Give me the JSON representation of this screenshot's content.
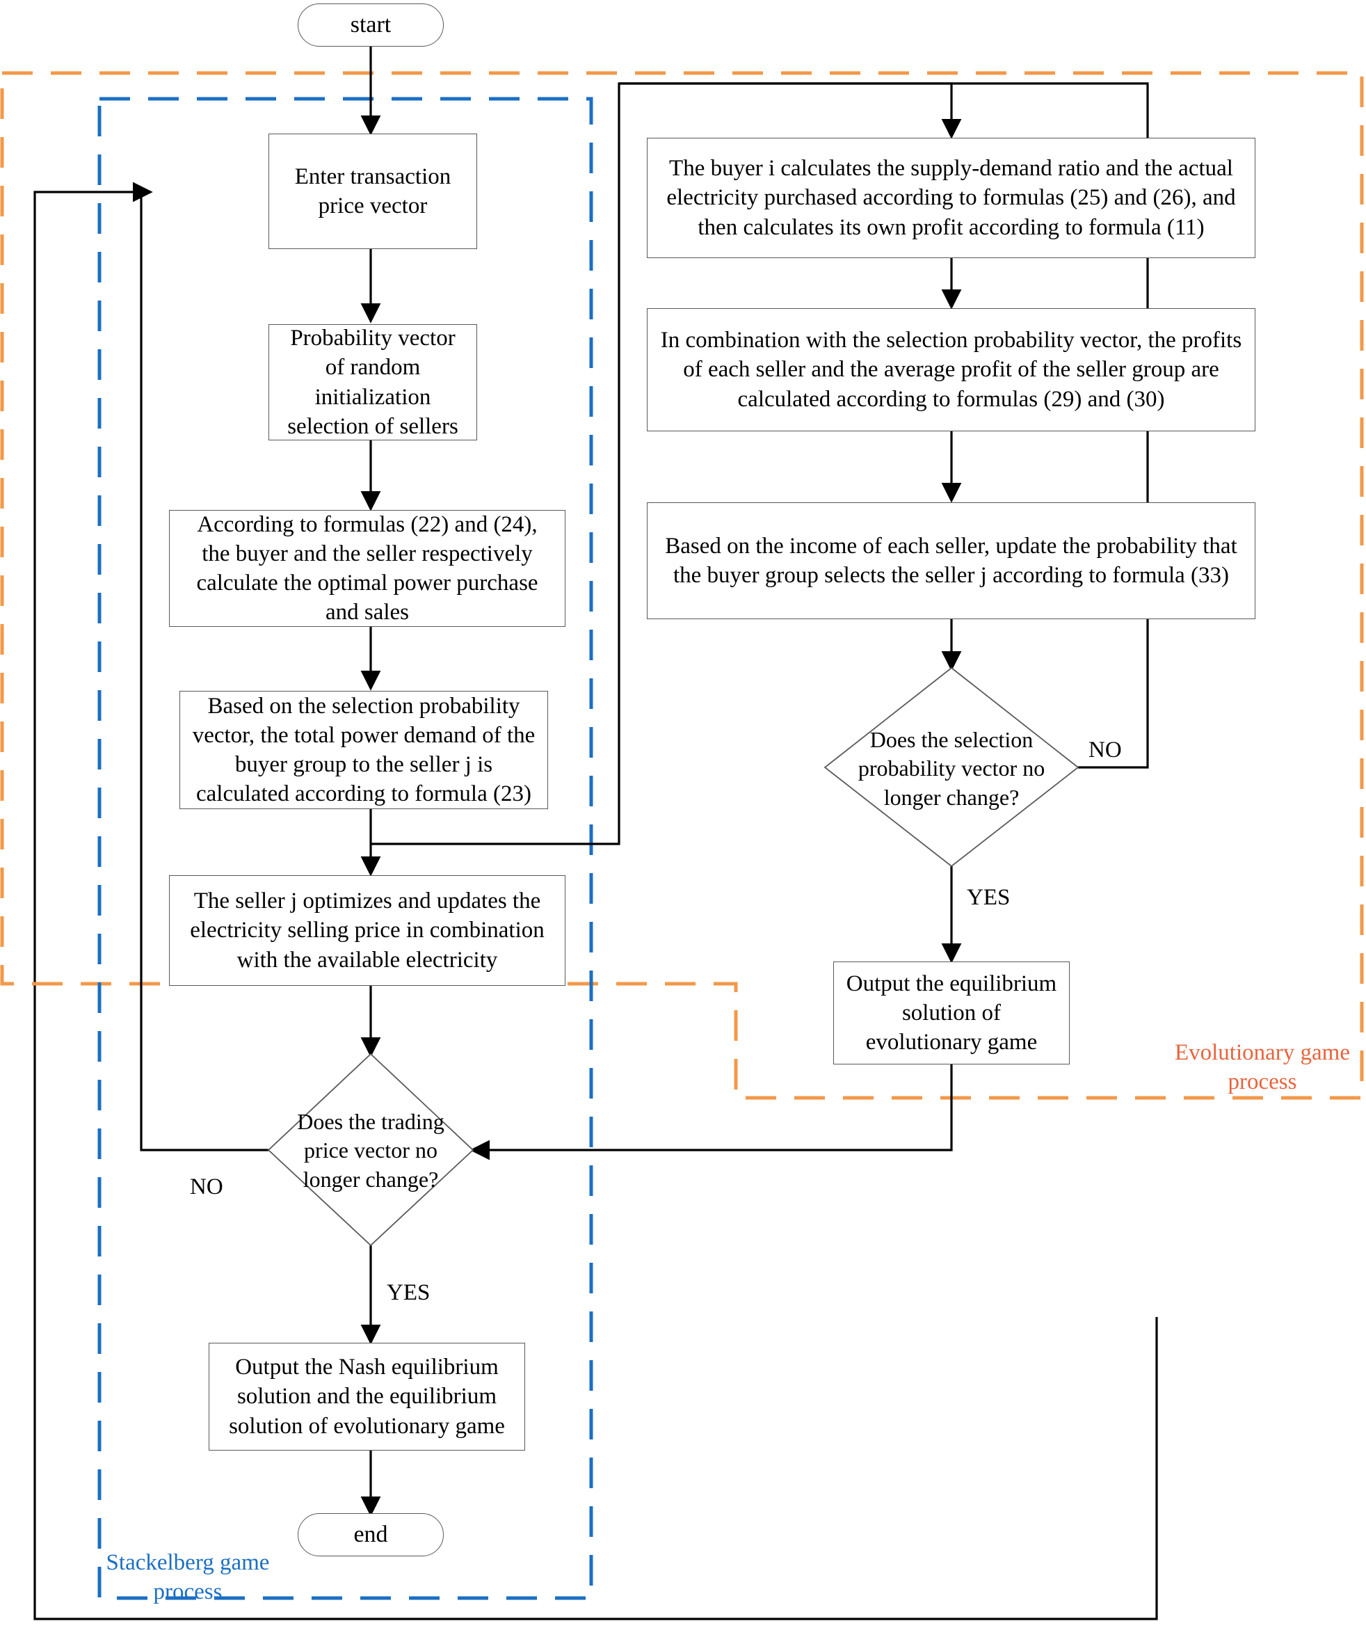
{
  "diagram": {
    "title": "Stackelberg and evolutionary game solution flowchart",
    "colors": {
      "evolutionary_group": "#F2994A",
      "stackelberg_group": "#1B6FC4",
      "node_border": "#595959",
      "connector": "#000000",
      "background": "#FFFFFF"
    },
    "nodes": {
      "start": "start",
      "end": "end",
      "enter_price_vector": "Enter transaction price vector",
      "random_init": "Probability vector of random initialization selection of sellers",
      "formulas_22_24": "According to formulas (22) and (24), the buyer and the seller respectively calculate the optimal power purchase and sales",
      "total_demand_23": "Based on the selection probability vector, the total power demand of the buyer group to the seller j is calculated according to formula (23)",
      "seller_updates_price": "The seller j optimizes and updates the electricity selling price in combination with the available electricity",
      "buyer_supply_demand": "The buyer i calculates the supply-demand ratio and the actual electricity purchased according to formulas (25) and (26), and then calculates its own profit according to formula (11)",
      "seller_profits_29_30": "In combination with the selection probability vector, the profits of each seller and the average profit of the seller group are calculated according to formulas (29) and (30)",
      "update_probability_33": "Based on the income of each seller, update the probability that the buyer group selects the seller j according to formula (33)",
      "decision_selection_vector": "Does the selection probability vector no longer change?",
      "decision_trading_price": "Does the trading price vector no longer change?",
      "output_evolutionary": "Output the equilibrium solution of evolutionary game",
      "output_nash": "Output the Nash equilibrium solution and the equilibrium solution of evolutionary game"
    },
    "edge_labels": {
      "selection_no": "NO",
      "selection_yes": "YES",
      "trading_no": "NO",
      "trading_yes": "YES"
    },
    "group_labels": {
      "evolutionary": "Evolutionary game\nprocess",
      "stackelberg": "Stackelberg game\nprocess"
    }
  }
}
